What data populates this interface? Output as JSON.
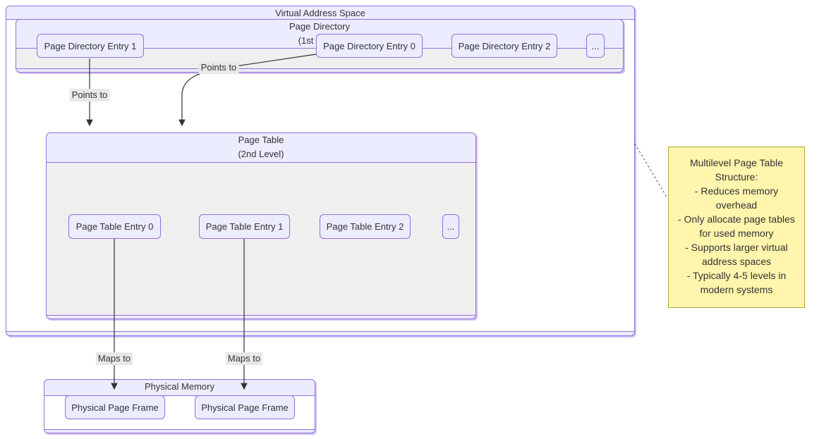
{
  "clusters": {
    "virtual_address_space": {
      "title": "Virtual Address Space"
    },
    "page_directory": {
      "title": "Page Directory",
      "subtitle": "(1st Level)",
      "entries": [
        "Page Directory Entry 1",
        "Page Directory Entry 0",
        "Page Directory Entry 2",
        "..."
      ]
    },
    "page_table": {
      "title": "Page Table",
      "subtitle": "(2nd Level)",
      "entries": [
        "Page Table Entry 0",
        "Page Table Entry 1",
        "Page Table Entry 2",
        "..."
      ]
    },
    "physical_memory": {
      "title": "Physical Memory",
      "frames": [
        "Physical Page Frame",
        "Physical Page Frame"
      ]
    }
  },
  "edges": {
    "labels": [
      "Points to",
      "Points to",
      "Maps to",
      "Maps to"
    ]
  },
  "note": {
    "lines": [
      "Multilevel Page Table",
      "Structure:",
      "- Reduces memory",
      "overhead",
      "- Only allocate page tables",
      "for used memory",
      "- Supports larger virtual",
      "address spaces",
      "- Typically 4-5 levels in",
      "modern systems"
    ]
  },
  "colors": {
    "node_fill": "#ECECFF",
    "border_purple": "#9370DB",
    "cluster_inner_gray": "#EFEFEF",
    "edge_stroke": "#333333",
    "edge_label_bg": "#E8E8E8",
    "note_fill": "#FFF5AD",
    "note_border": "#AAAA33"
  }
}
